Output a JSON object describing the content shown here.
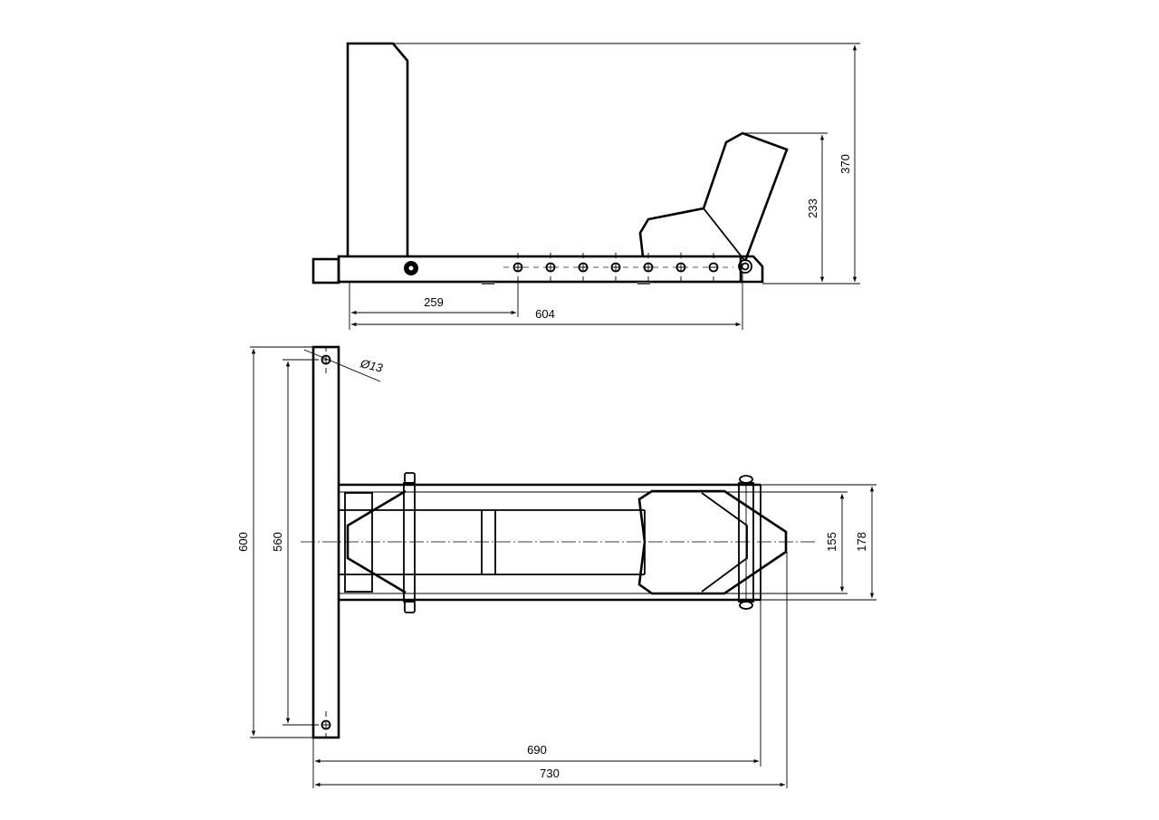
{
  "drawing": {
    "side_view": {
      "dimensions": {
        "total_height": "370",
        "cradle_height": "233",
        "first_hole_offset": "259",
        "pivot_offset": "604"
      },
      "adjustment_holes_count": 7
    },
    "top_view": {
      "dimensions": {
        "hole_diameter": "Ø13",
        "plate_height": "600",
        "hole_spacing": "560",
        "inner_width": "155",
        "outer_width": "178",
        "arm_length": "690",
        "total_length": "730"
      }
    }
  }
}
